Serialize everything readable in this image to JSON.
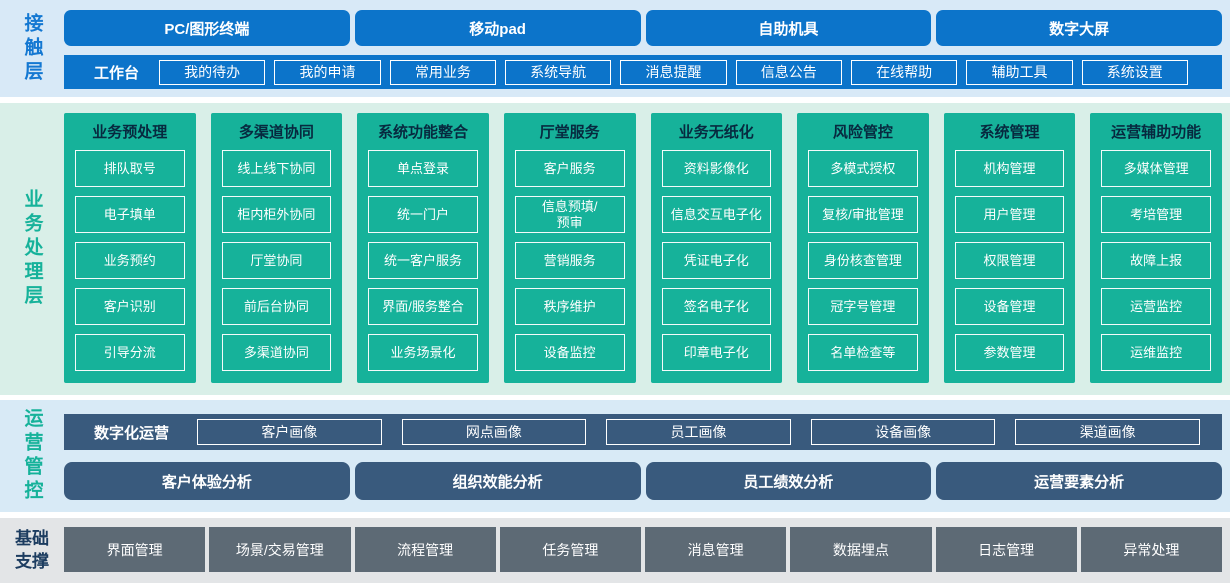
{
  "colors": {
    "blue_button": "#0c74ca",
    "green_column": "#16b29a",
    "navy_button": "#395a7d",
    "gray_button": "#5d6a75",
    "contact_band_bg": "#d8e9f7",
    "business_band_bg": "#d9efe8",
    "operation_band_bg": "#d8eaf6",
    "foundation_band_bg": "#e3e5e7",
    "contact_label_text": "#1478d2",
    "business_label_text": "#16b29a",
    "foundation_label_text": "#1c3c60",
    "column_title_text": "#07293f"
  },
  "layers": {
    "contact": {
      "label": "接触层",
      "terminals": [
        "PC/图形终端",
        "移动pad",
        "自助机具",
        "数字大屏"
      ],
      "workbench": {
        "label": "工作台",
        "items": [
          "我的待办",
          "我的申请",
          "常用业务",
          "系统导航",
          "消息提醒",
          "信息公告",
          "在线帮助",
          "辅助工具",
          "系统设置"
        ]
      }
    },
    "business": {
      "label": "业务处理层",
      "columns": [
        {
          "title": "业务预处理",
          "items": [
            "排队取号",
            "电子填单",
            "业务预约",
            "客户识别",
            "引导分流"
          ]
        },
        {
          "title": "多渠道协同",
          "items": [
            "线上线下协同",
            "柜内柜外协同",
            "厅堂协同",
            "前后台协同",
            "多渠道协同"
          ]
        },
        {
          "title": "系统功能整合",
          "items": [
            "单点登录",
            "统一门户",
            "统一客户服务",
            "界面/服务整合",
            "业务场景化"
          ]
        },
        {
          "title": "厅堂服务",
          "items": [
            "客户服务",
            "信息预填/\n预审",
            "营销服务",
            "秩序维护",
            "设备监控"
          ]
        },
        {
          "title": "业务无纸化",
          "items": [
            "资料影像化",
            "信息交互电子化",
            "凭证电子化",
            "签名电子化",
            "印章电子化"
          ]
        },
        {
          "title": "风险管控",
          "items": [
            "多模式授权",
            "复核/审批管理",
            "身份核查管理",
            "冠字号管理",
            "名单检查等"
          ]
        },
        {
          "title": "系统管理",
          "items": [
            "机构管理",
            "用户管理",
            "权限管理",
            "设备管理",
            "参数管理"
          ]
        },
        {
          "title": "运营辅助功能",
          "items": [
            "多媒体管理",
            "考培管理",
            "故障上报",
            "运营监控",
            "运维监控"
          ]
        }
      ]
    },
    "operation": {
      "label": "运营管控",
      "digital": {
        "label": "数字化运营",
        "items": [
          "客户画像",
          "网点画像",
          "员工画像",
          "设备画像",
          "渠道画像"
        ]
      },
      "analysis": [
        "客户体验分析",
        "组织效能分析",
        "员工绩效分析",
        "运营要素分析"
      ]
    },
    "foundation": {
      "label": "基础支撑",
      "items": [
        "界面管理",
        "场景/交易管理",
        "流程管理",
        "任务管理",
        "消息管理",
        "数据埋点",
        "日志管理",
        "异常处理"
      ]
    }
  }
}
